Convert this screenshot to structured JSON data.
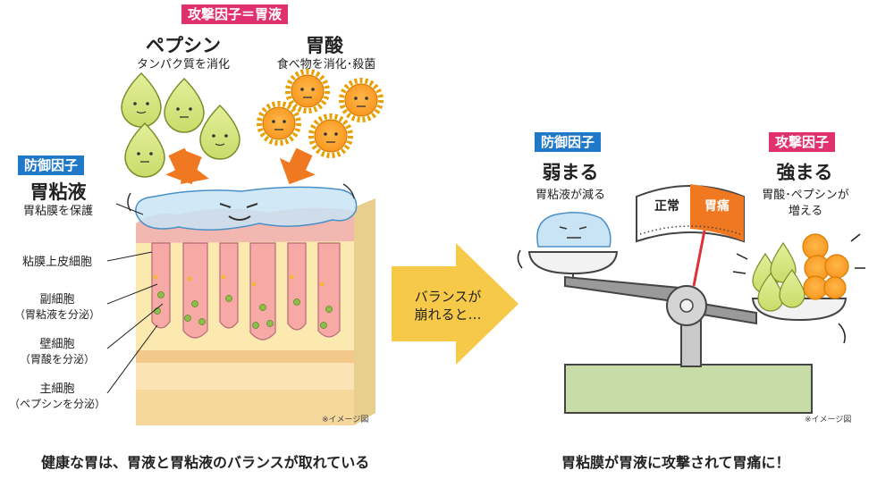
{
  "attack_header": "攻撃因子＝胃液",
  "pepsin": {
    "title": "ペプシン",
    "desc": "タンパク質を消化"
  },
  "acid": {
    "title": "胃酸",
    "desc": "食べ物を消化･殺菌"
  },
  "defense_left": {
    "tag": "防御因子",
    "title": "胃粘液",
    "desc": "胃粘膜を保護"
  },
  "layer_labels": {
    "epithelium": "粘膜上皮細胞",
    "accessory": {
      "name": "副細胞",
      "role": "（胃粘液を分泌）"
    },
    "parietal": {
      "name": "壁細胞",
      "role": "（胃酸を分泌）"
    },
    "chief": {
      "name": "主細胞",
      "role": "（ペプシンを分泌）"
    }
  },
  "image_note": "※イメージ図",
  "arrow_text": {
    "line1": "バランスが",
    "line2": "崩れると…"
  },
  "right_defense": {
    "tag": "防御因子",
    "title": "弱まる",
    "desc": "胃粘液が減る"
  },
  "right_attack": {
    "tag": "攻撃因子",
    "title": "強まる",
    "desc1": "胃酸･ペプシンが",
    "desc2": "増える"
  },
  "gauge": {
    "normal": "正常",
    "pain": "胃痛"
  },
  "caption_left": "健康な胃は、胃液と胃粘液のバランスが取れている",
  "caption_right": "胃粘膜が胃液に攻撃されて胃痛に！",
  "colors": {
    "attack_pink": "#e0306e",
    "defense_blue": "#1f78c8",
    "arrow_orange": "#f07820",
    "big_arrow_yellow": "#f7c948",
    "gauge_orange": "#f07820"
  }
}
